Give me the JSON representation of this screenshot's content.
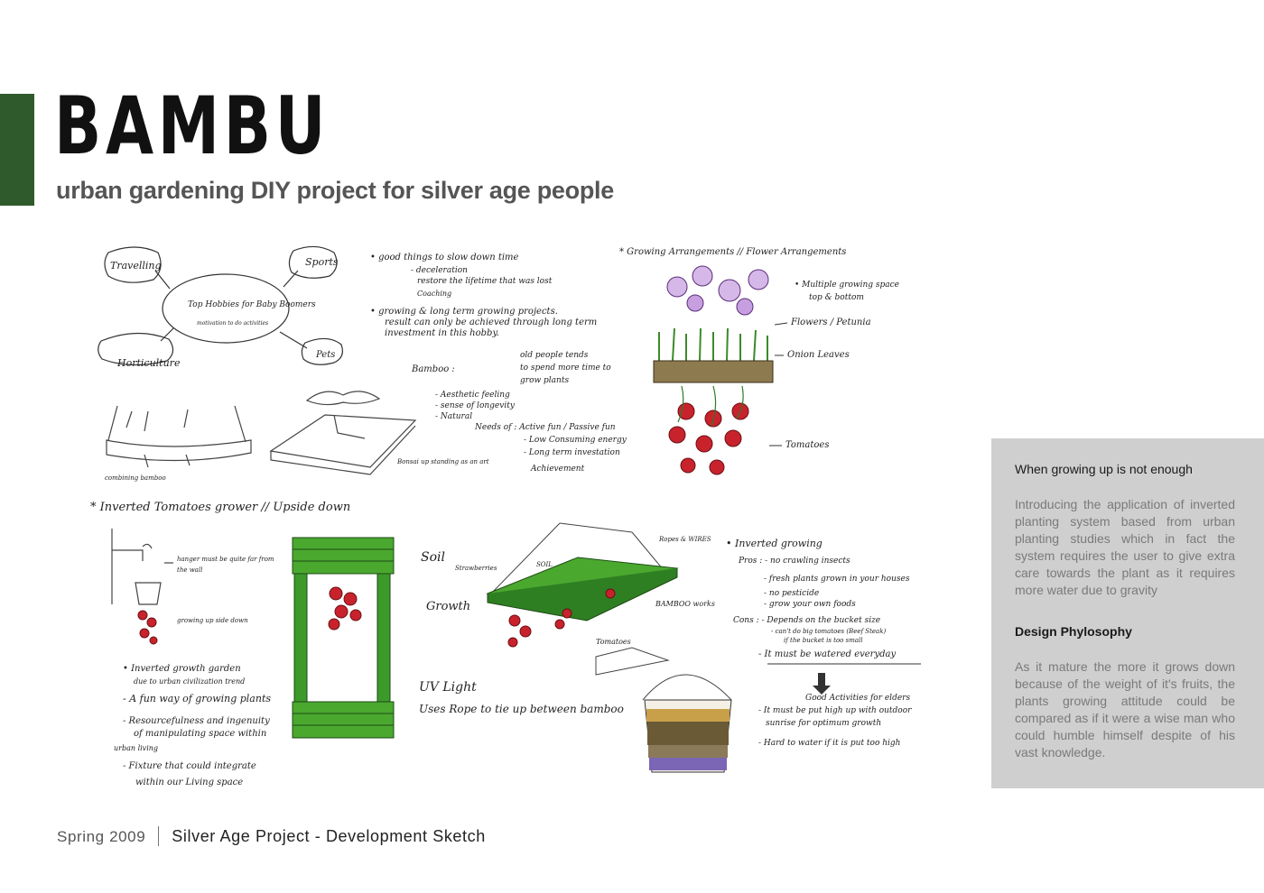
{
  "header": {
    "title": "BAMBU",
    "subtitle": "urban gardening DIY project for silver age people"
  },
  "colors": {
    "accent": "#2f5a2b",
    "panel_bg": "#cfcfcf",
    "bamboo": "#3c9a2a",
    "tomato": "#c8232c",
    "petunia": "#8a4fb0"
  },
  "sketch": {
    "mindmap": {
      "center": "Top Hobbies for Baby Boomers",
      "center_sub": "motivation to do activities",
      "nodes": [
        "Travelling",
        "Sports",
        "Horticulture",
        "Pets"
      ]
    },
    "notes_a": [
      "• good things to slow down time",
      "- deceleration",
      "restore the lifetime that was lost",
      "Coaching",
      "• growing & long term growing projects.",
      "result can only be achieved through long term",
      "investment in this hobby."
    ],
    "bamboo_heading": "Bamboo :",
    "bamboo_list": [
      "- Aesthetic feeling",
      "- sense of longevity",
      "- Natural"
    ],
    "oldpeople": [
      "old people tends",
      "to spend more time to",
      "grow plants"
    ],
    "needs": [
      "Needs of : Active fun / Passive fun",
      "- Low Consuming energy",
      "- Long term investation",
      "Achievement"
    ],
    "label_bonsai": "Bonsai up standing as an art",
    "label_combining": "combining bamboo",
    "arrangements": {
      "title": "* Growing Arrangements // Flower Arrangements",
      "multiple": [
        "• Multiple growing space",
        "top & bottom"
      ],
      "flowers": "Flowers / Petunia",
      "onion": "Onion Leaves",
      "tomatoes": "Tomatoes"
    },
    "inverted_title": "* Inverted Tomatoes grower // Upside down",
    "hanger_note": [
      "hanger must be quite far from",
      "the wall"
    ],
    "growing_note": "growing up side down",
    "notes_b": [
      "• Inverted growth garden",
      "due to urban civilization trend",
      "- A fun way of growing plants",
      "- Resourcefulness and ingenuity",
      "of manipulating space within",
      "urban living",
      "- Fixture that could integrate",
      "within our Living space"
    ],
    "tower_labels": [
      "Soil",
      "Growth",
      "UV Light",
      "Uses Rope to tie up between bamboo"
    ],
    "tray_labels": [
      "Ropes & WIRES",
      "Strawberries",
      "SOIL",
      "BAMBOO works",
      "Tomatoes"
    ],
    "notes_c": [
      "• Inverted growing",
      "Pros : - no crawling insects",
      "- fresh plants grown in your houses",
      "- no pesticide",
      "- grow your own foods",
      "Cons : - Depends on the bucket size",
      "- can't do big tomatoes (Beef Steak)",
      "if the bucket is too small",
      "- It must be watered everyday",
      "Good Activities for elders",
      "- It must be put high up with outdoor",
      "sunrise for optimum growth",
      "- Hard to water if it is put too high"
    ]
  },
  "panel": {
    "heading1": "When growing up is not enough",
    "para1": "Introducing the application of inverted planting system based from urban planting studies which in fact the system requires the user to give extra care towards the plant as it requires more water due to gravity",
    "heading2": "Design Phylosophy",
    "para2": "As it mature the more it grows down because of the weight of it's fruits, the plants growing attitude could be compared as if it were a wise man who could humble himself despite of his vast knowledge."
  },
  "footer": {
    "season": "Spring 2009",
    "project": "Silver Age Project - Development Sketch"
  }
}
